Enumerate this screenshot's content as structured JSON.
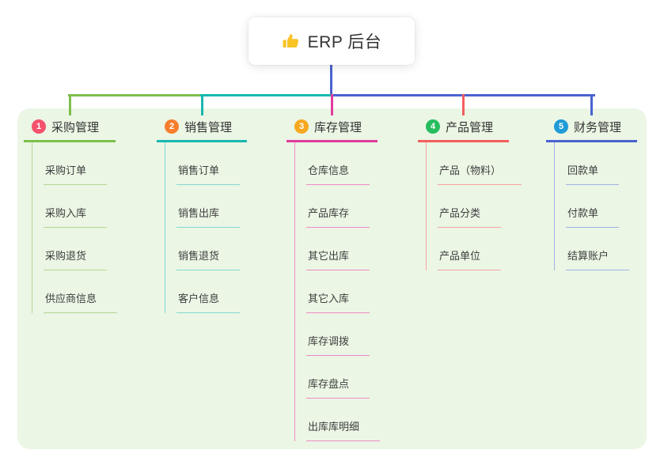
{
  "root": {
    "label": "ERP 后台",
    "icon": "thumbs-up-icon",
    "icon_color": "#f7c325"
  },
  "colors": {
    "panel_bg": "#ebf6e5",
    "root_line": "#4a63d0",
    "card_bg": "#ffffff",
    "title_text": "#333333",
    "child_text": "#3e3e3e"
  },
  "branches": [
    {
      "number": "1",
      "label": "采购管理",
      "badge_color": "#f4516c",
      "line_color": "#7ebf4b",
      "child_line_color": "#b5d793",
      "children": [
        "采购订单",
        "采购入库",
        "采购退货",
        "供应商信息"
      ]
    },
    {
      "number": "2",
      "label": "销售管理",
      "badge_color": "#f77e2d",
      "line_color": "#17b8b0",
      "child_line_color": "#82d8d2",
      "children": [
        "销售订单",
        "销售出库",
        "销售退货",
        "客户信息"
      ]
    },
    {
      "number": "3",
      "label": "库存管理",
      "badge_color": "#f7a820",
      "line_color": "#e13c9c",
      "child_line_color": "#ef8ac5",
      "children": [
        "仓库信息",
        "产品库存",
        "其它出库",
        "其它入库",
        "库存调拨",
        "库存盘点",
        "出库库明细"
      ]
    },
    {
      "number": "4",
      "label": "产品管理",
      "badge_color": "#27bd5f",
      "line_color": "#f25e5e",
      "child_line_color": "#f7a3a3",
      "children": [
        "产品（物料）",
        "产品分类",
        "产品单位"
      ]
    },
    {
      "number": "5",
      "label": "财务管理",
      "badge_color": "#1f9bd7",
      "line_color": "#4a63d0",
      "child_line_color": "#9fb3e4",
      "children": [
        "回款单",
        "付款单",
        "结算账户"
      ]
    }
  ]
}
